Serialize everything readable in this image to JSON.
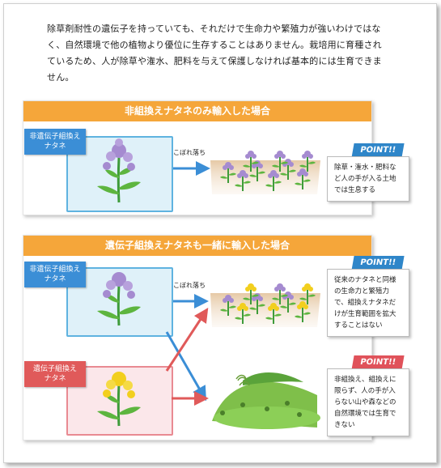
{
  "intro": "除草剤耐性の遺伝子を持っていても、それだけで生命力や繁殖力が強いわけではなく、自然環境で他の植物より優位に生存することはありません。栽培用に育種されているため、人が除草や潅水、肥料を与えて保護しなければ基本的には生育できません。",
  "panel1": {
    "title": "非組換えナタネのみ輸入した場合",
    "ribbon": "非遺伝子組換え\nナタネ",
    "arrow_label": "こぼれ落ち",
    "point_tag": "POINT!!",
    "point_text": "除草・潅水・肥料など人の手が入る土地では生息する"
  },
  "panel2": {
    "title": "遺伝子組換えナタネも一緒に輸入した場合",
    "ribbon_nongm": "非遺伝子組換え\nナタネ",
    "ribbon_gm": "遺伝子組換え\nナタネ",
    "arrow_label": "こぼれ落ち",
    "point_tag1": "POINT!!",
    "point_text1": "従来のナタネと同様の生命力と繁殖力で、組換えナタネだけが生育範囲を拡大することはない",
    "point_tag2": "POINT!!",
    "point_text2": "非組換え、組換えに限らず、人の手が入らない山や森などの自然環境では生育できない"
  },
  "colors": {
    "orange": "#f5a63a",
    "blue": "#3b8ed6",
    "red": "#e05a5a",
    "purple_flower": "#a58bd0",
    "yellow_flower": "#f2cf1e"
  }
}
